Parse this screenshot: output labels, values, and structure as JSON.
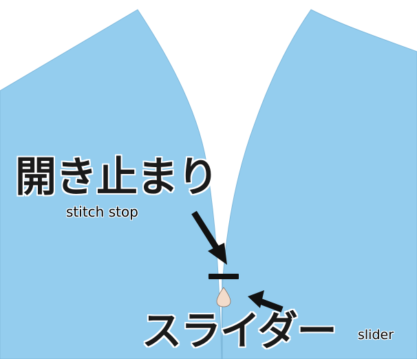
{
  "colors": {
    "fabric": "#94cdee",
    "fabric_edge": "#7fb9dc",
    "background": "#ffffff",
    "marker": "#111111",
    "slider_pull": "#f3dccb"
  },
  "labels": {
    "stitch_stop_jp": "開き止まり",
    "stitch_stop_en": "stitch stop",
    "slider_jp": "スライダー",
    "slider_en": "slider"
  },
  "icons": {
    "stitch_stop_arrow": "arrow-down-right-icon",
    "slider_arrow": "arrow-up-left-icon",
    "stitch_stop_marker": "horizontal-bar",
    "slider": "teardrop-pull"
  }
}
